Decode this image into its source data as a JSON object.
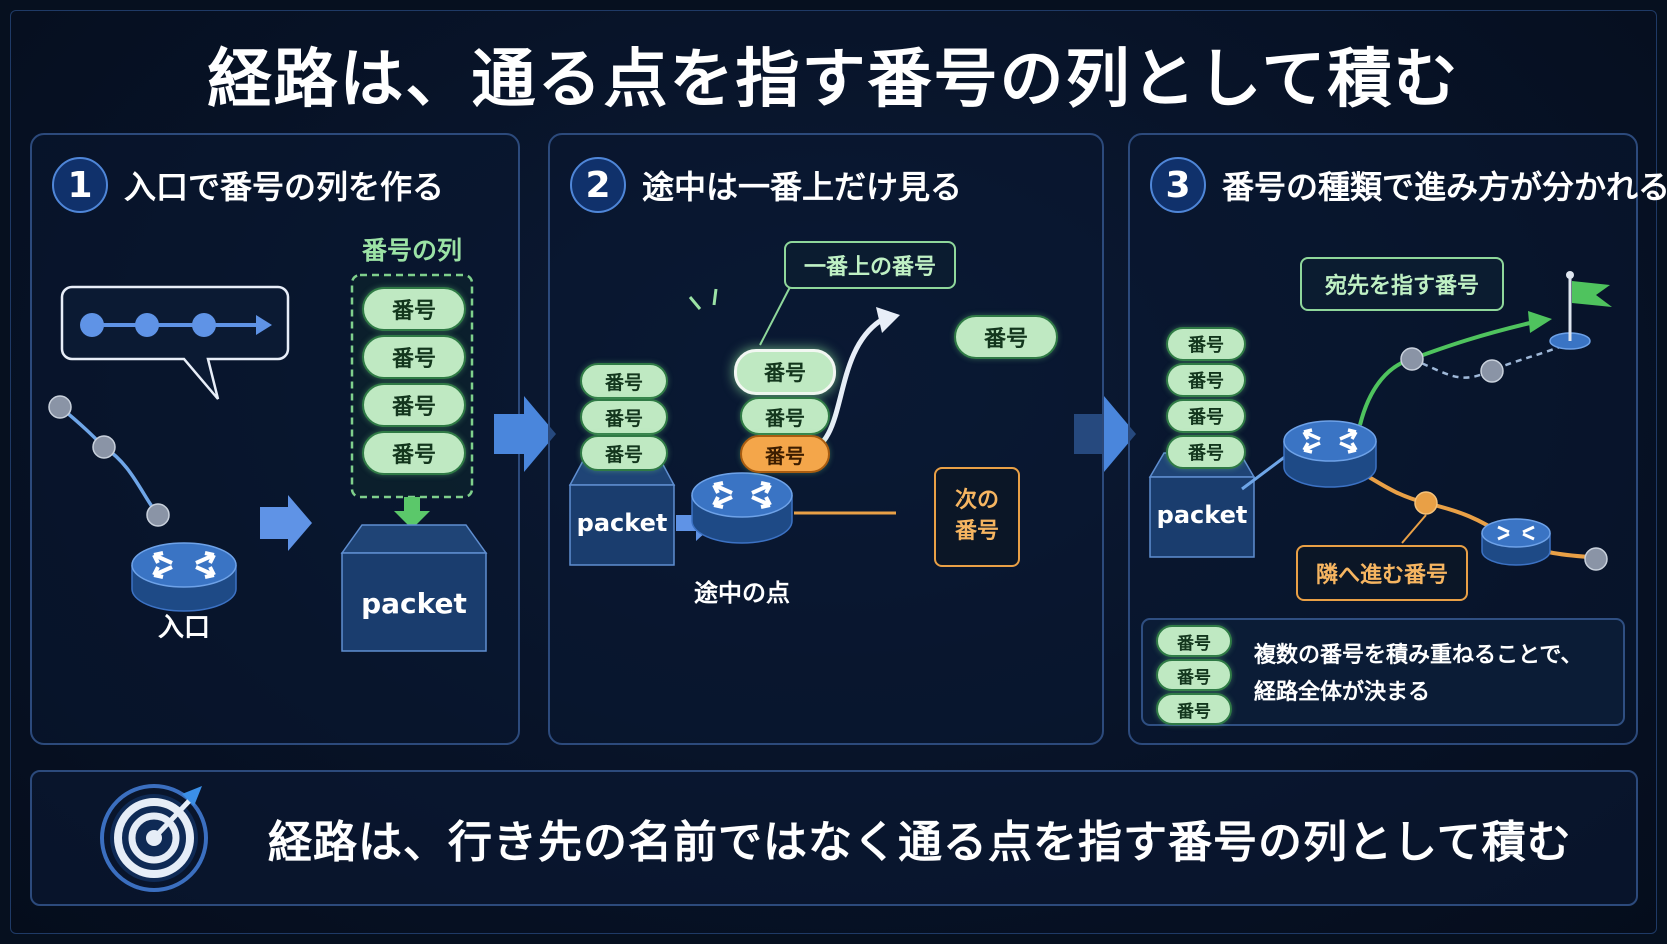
{
  "title": "経路は、通る点を指す番号の列として積む",
  "chip_label": "番号",
  "packet_label": "packet",
  "panels": [
    {
      "number": "1",
      "title": "入口で番号の列を作る",
      "stack_label": "番号の列",
      "entry_label": "入口"
    },
    {
      "number": "2",
      "title": "途中は一番上だけ見る",
      "top_label": "一番上の番号",
      "next_label": "次の\n番号",
      "midpoint_label": "途中の点"
    },
    {
      "number": "3",
      "title": "番号の種類で進み方が分かれる",
      "dest_label": "宛先を指す番号",
      "neighbor_label": "隣へ進む番号",
      "note": "複数の番号を積み重ねることで、\n経路全体が決まる"
    }
  ],
  "summary": "経路は、行き先の名前ではなく通る点を指す番号の列として積む",
  "colors": {
    "background": "#06101f",
    "panel_border": "#2c4a7c",
    "chip_green": "#bfe9c2",
    "chip_orange": "#f4a64a",
    "accent_blue": "#4f86d8",
    "path_green": "#4fc35e",
    "path_orange": "#e9a046"
  }
}
